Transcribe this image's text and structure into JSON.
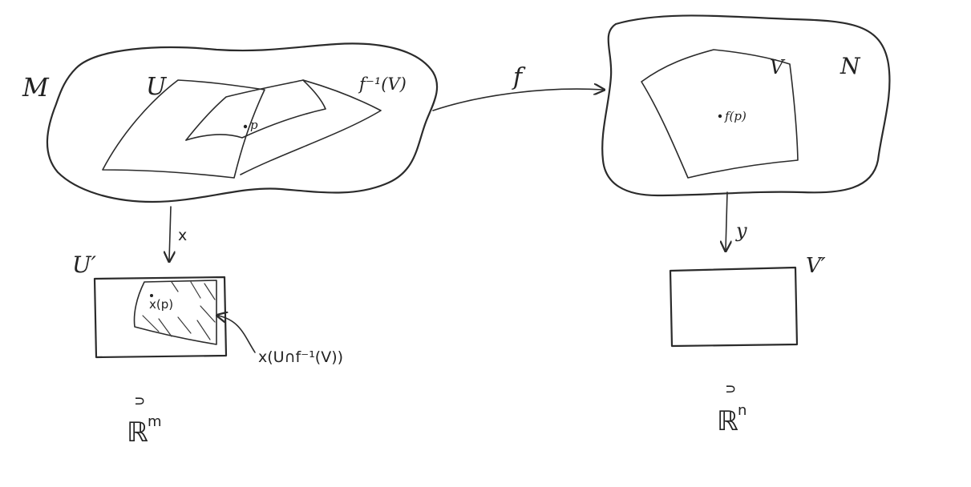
{
  "diagram": {
    "manifold_m_label": "M",
    "open_set_u_label": "U",
    "preimage_label": "f⁻¹(V)",
    "point_p_label": "p",
    "map_f_label": "f",
    "manifold_n_label": "N",
    "open_set_v_label": "V",
    "point_fp_label": "f(p)",
    "chart_x_label": "x",
    "chart_y_label": "y",
    "image_u_label": "U′",
    "point_xp_label": "x(p)",
    "image_intersection_label": "x(U∩f⁻¹(V))",
    "image_v_label": "V′",
    "left_subset_symbol": "∩",
    "left_space_label": "ℝ",
    "left_space_exponent": "m",
    "right_subset_symbol": "∩",
    "right_space_label": "ℝ",
    "right_space_exponent": "n"
  }
}
